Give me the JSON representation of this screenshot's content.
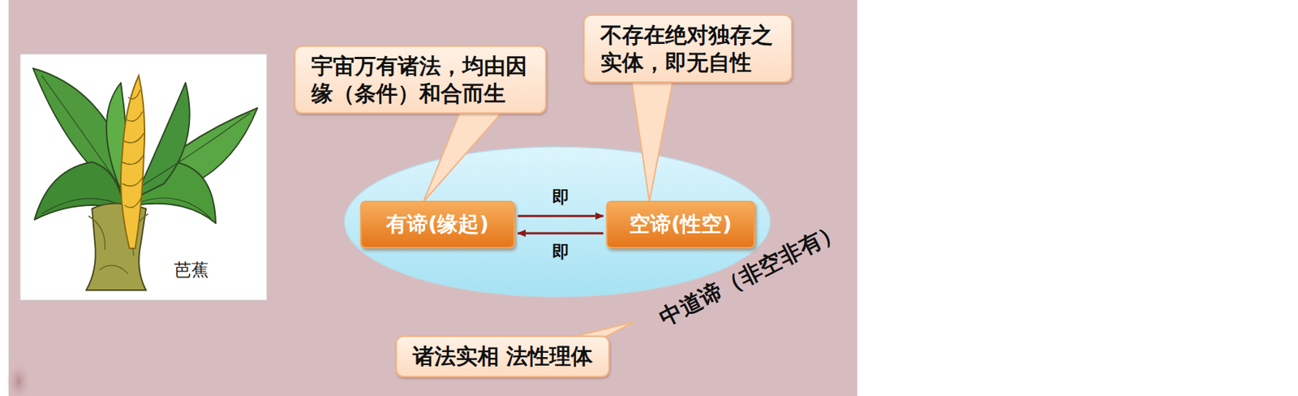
{
  "diagram": {
    "nodes": [
      {
        "text": [
          "芭蕉"
        ]
      },
      {
        "text": [
          "宇宙万有诸法，均由因缘（条件）和合而生"
        ]
      },
      {
        "text": [
          "不存在绝对独存之实体，即无自性"
        ]
      },
      {
        "text": [
          "有谛(缘起)"
        ]
      },
      {
        "text": [
          "空谛(性空)"
        ]
      },
      {
        "text": [
          "诸法实相 法性理体"
        ]
      }
    ],
    "edges": [
      {
        "from": 3,
        "to": 4,
        "label": "即",
        "arrow": "to"
      },
      {
        "from": 4,
        "to": 3,
        "label": "即",
        "arrow": "to"
      }
    ],
    "labels": [
      "中道谛（非空非有）"
    ]
  }
}
